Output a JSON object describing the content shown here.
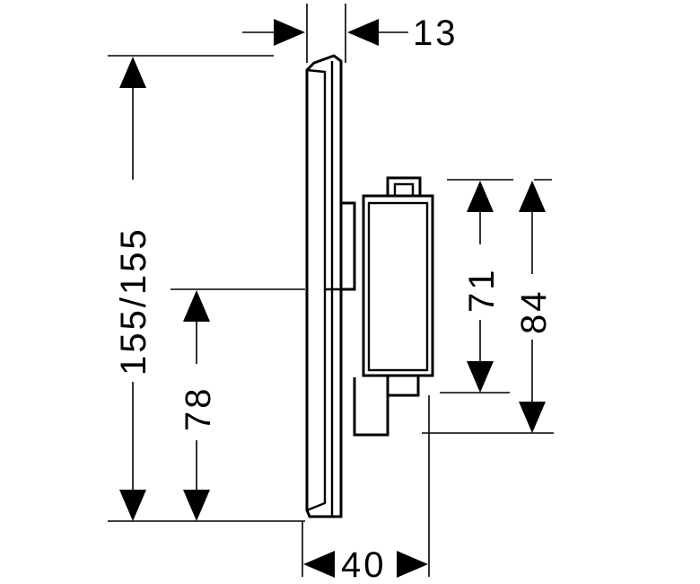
{
  "dimensions": {
    "plate_offset": "13",
    "height": "155/155",
    "center_height": "78",
    "body_height_inner": "71",
    "body_height_outer": "84",
    "depth": "40"
  },
  "colors": {
    "line": "#000000",
    "background": "#ffffff"
  }
}
